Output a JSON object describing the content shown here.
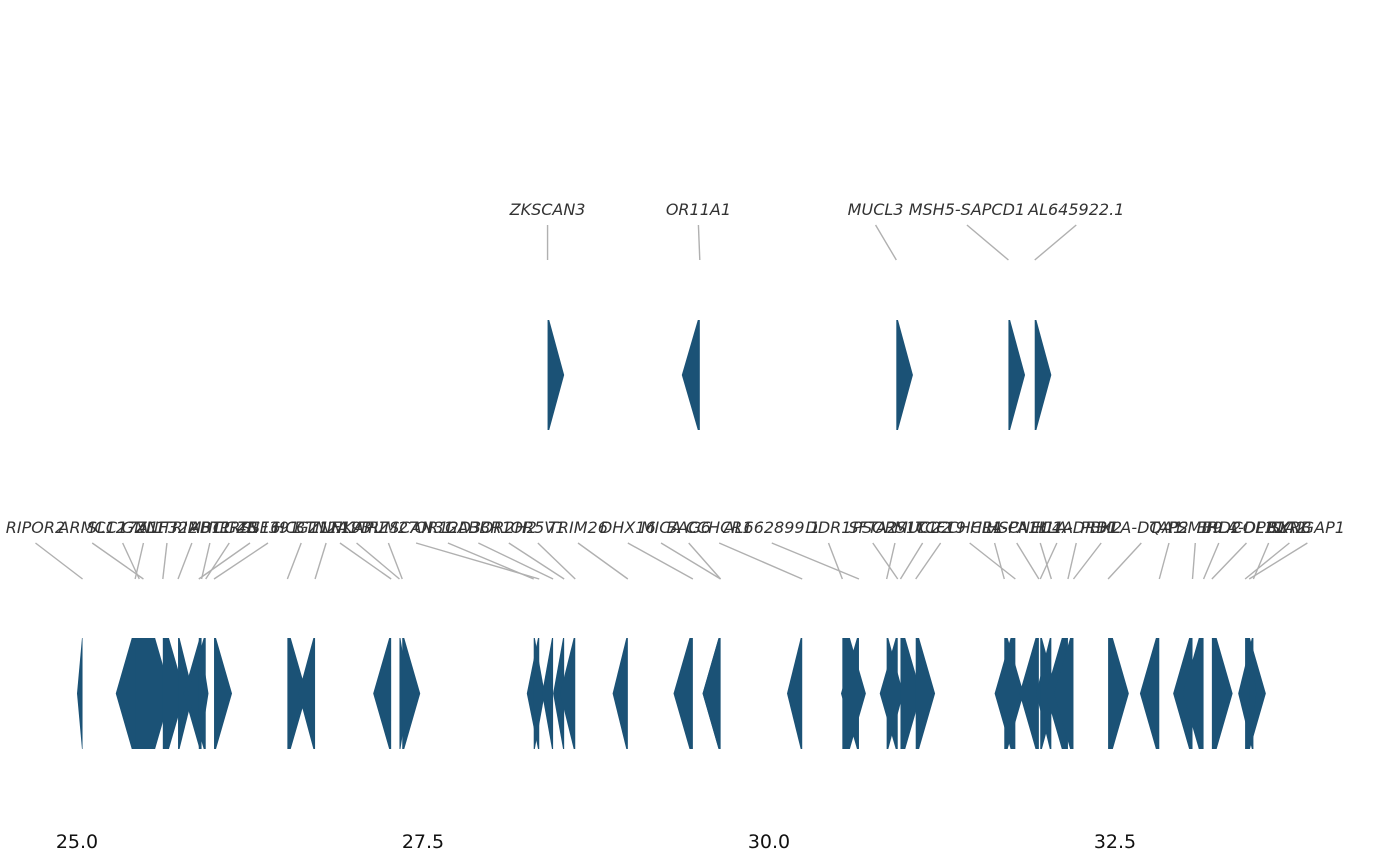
{
  "chart_data": {
    "type": "gene-track",
    "xunit": "Mb",
    "xlim": [
      24.5,
      34.75
    ],
    "x_ticks": [
      25.0,
      27.5,
      30.0,
      32.5
    ],
    "x_tick_labels": [
      "25.0",
      "27.5",
      "30.0",
      "32.5"
    ],
    "gene_color": "#1B5276",
    "leader_color": "#B0B0B0",
    "rows": [
      {
        "genes": [
          {
            "name": "ZKSCAN3",
            "start": 28.4,
            "end": 28.52,
            "strand": "+",
            "label_x": 28.4
          },
          {
            "name": "OR11A1",
            "start": 29.37,
            "end": 29.5,
            "strand": "-",
            "label_x": 29.49
          },
          {
            "name": "MUCL3",
            "start": 30.92,
            "end": 31.04,
            "strand": "+",
            "label_x": 30.77
          },
          {
            "name": "MSH5-SAPCD1",
            "start": 31.73,
            "end": 31.85,
            "strand": "+",
            "label_x": 31.43
          },
          {
            "name": "AL645922.1",
            "start": 31.92,
            "end": 32.04,
            "strand": "+",
            "label_x": 32.22
          }
        ]
      },
      {
        "genes": [
          {
            "name": "RIPOR2",
            "start": 25.0,
            "end": 25.04,
            "strand": "-",
            "label_x": 24.7
          },
          {
            "name": "ARMC12",
            "start": 25.28,
            "end": 25.48,
            "strand": "-",
            "label_x": 25.11
          },
          {
            "name": "SLC17A1",
            "start": 25.45,
            "end": 25.58,
            "strand": "+",
            "label_x": 25.33
          },
          {
            "name": "GNL1",
            "start": 25.42,
            "end": 25.68,
            "strand": "+",
            "label_x": 25.48
          },
          {
            "name": "ZNF322",
            "start": 25.62,
            "end": 25.78,
            "strand": "+",
            "label_x": 25.65
          },
          {
            "name": "TRIM31",
            "start": 25.73,
            "end": 25.84,
            "strand": "+",
            "label_x": 25.83
          },
          {
            "name": "ABT1",
            "start": 25.77,
            "end": 25.9,
            "strand": "-",
            "label_x": 25.96
          },
          {
            "name": "HCG4B",
            "start": 25.8,
            "end": 25.93,
            "strand": "-",
            "label_x": 26.1
          },
          {
            "name": "PRSS16",
            "start": 25.88,
            "end": 25.95,
            "strand": "+",
            "label_x": 26.25
          },
          {
            "name": "ZNF391",
            "start": 25.99,
            "end": 26.12,
            "strand": "+",
            "label_x": 26.38
          },
          {
            "name": "HCG11",
            "start": 26.52,
            "end": 26.66,
            "strand": "+",
            "label_x": 26.62
          },
          {
            "name": "BTN2A1",
            "start": 26.6,
            "end": 26.72,
            "strand": "-",
            "label_x": 26.8
          },
          {
            "name": "ZNF193",
            "start": 27.14,
            "end": 27.27,
            "strand": "-",
            "label_x": 26.9
          },
          {
            "name": "NKAPL",
            "start": 27.33,
            "end": 27.4,
            "strand": "+",
            "label_x": 27.02
          },
          {
            "name": "TRIM27",
            "start": 27.35,
            "end": 27.48,
            "strand": "+",
            "label_x": 27.25
          },
          {
            "name": "ZSCAN31",
            "start": 28.25,
            "end": 28.34,
            "strand": "-",
            "label_x": 27.45
          },
          {
            "name": "OR12D3",
            "start": 28.3,
            "end": 28.38,
            "strand": "+",
            "label_x": 27.68
          },
          {
            "name": "GABBR1",
            "start": 28.36,
            "end": 28.44,
            "strand": "-",
            "label_x": 27.9
          },
          {
            "name": "OR2H2",
            "start": 28.44,
            "end": 28.52,
            "strand": "-",
            "label_x": 28.12
          },
          {
            "name": "OR5V1",
            "start": 28.49,
            "end": 28.6,
            "strand": "-",
            "label_x": 28.33
          },
          {
            "name": "TRIM26",
            "start": 28.87,
            "end": 28.98,
            "strand": "-",
            "label_x": 28.62
          },
          {
            "name": "DHX16",
            "start": 29.31,
            "end": 29.45,
            "strand": "-",
            "label_x": 28.98
          },
          {
            "name": "MICA",
            "start": 29.52,
            "end": 29.65,
            "strand": "-",
            "label_x": 29.22
          },
          {
            "name": "BAG6",
            "start": 29.52,
            "end": 29.65,
            "strand": "-",
            "label_x": 29.42
          },
          {
            "name": "CCHCR1",
            "start": 30.13,
            "end": 30.24,
            "strand": "-",
            "label_x": 29.64
          },
          {
            "name": "AL662899.1",
            "start": 30.52,
            "end": 30.65,
            "strand": "-",
            "label_x": 30.02
          },
          {
            "name": "DDR1",
            "start": 30.53,
            "end": 30.7,
            "strand": "+",
            "label_x": 30.43
          },
          {
            "name": "SFTA2",
            "start": 30.8,
            "end": 30.93,
            "strand": "-",
            "label_x": 30.75
          },
          {
            "name": "PSORS1C1",
            "start": 30.85,
            "end": 30.97,
            "strand": "+",
            "label_x": 30.91
          },
          {
            "name": "MUC22",
            "start": 30.95,
            "end": 31.1,
            "strand": "+",
            "label_x": 31.11
          },
          {
            "name": "TCF19",
            "start": 31.06,
            "end": 31.2,
            "strand": "+",
            "label_x": 31.24
          },
          {
            "name": "CCHCR1",
            "start": 31.63,
            "end": 31.78,
            "strand": "-",
            "label_x": 31.45
          },
          {
            "name": "HLA-C",
            "start": 31.7,
            "end": 31.84,
            "strand": "+",
            "label_x": 31.63
          },
          {
            "name": "HSPA1L",
            "start": 31.81,
            "end": 31.95,
            "strand": "-",
            "label_x": 31.79
          },
          {
            "name": "NEU1",
            "start": 31.93,
            "end": 32.04,
            "strand": "-",
            "label_x": 31.96
          },
          {
            "name": "C4A",
            "start": 31.96,
            "end": 32.08,
            "strand": "+",
            "label_x": 32.08
          },
          {
            "name": "HLA-DRB1",
            "start": 32.0,
            "end": 32.16,
            "strand": "-",
            "label_x": 32.22
          },
          {
            "name": "PBX2",
            "start": 32.06,
            "end": 32.2,
            "strand": "-",
            "label_x": 32.4
          },
          {
            "name": "HLA-DQA1",
            "start": 32.45,
            "end": 32.6,
            "strand": "+",
            "label_x": 32.69
          },
          {
            "name": "TAP2",
            "start": 32.68,
            "end": 32.82,
            "strand": "-",
            "label_x": 32.89
          },
          {
            "name": "PSMB9",
            "start": 32.92,
            "end": 33.06,
            "strand": "-",
            "label_x": 33.08
          },
          {
            "name": "BRD2",
            "start": 32.99,
            "end": 33.14,
            "strand": "-",
            "label_x": 33.25
          },
          {
            "name": "HLA-DPB1",
            "start": 33.2,
            "end": 33.35,
            "strand": "+",
            "label_x": 33.45
          },
          {
            "name": "COL11A2",
            "start": 33.39,
            "end": 33.5,
            "strand": "-",
            "label_x": 33.61
          },
          {
            "name": "RXRB",
            "start": 33.44,
            "end": 33.59,
            "strand": "+",
            "label_x": 33.76
          },
          {
            "name": "SYNGAP1",
            "start": 33.47,
            "end": 33.52,
            "strand": "+",
            "label_x": 33.89
          }
        ]
      }
    ]
  }
}
